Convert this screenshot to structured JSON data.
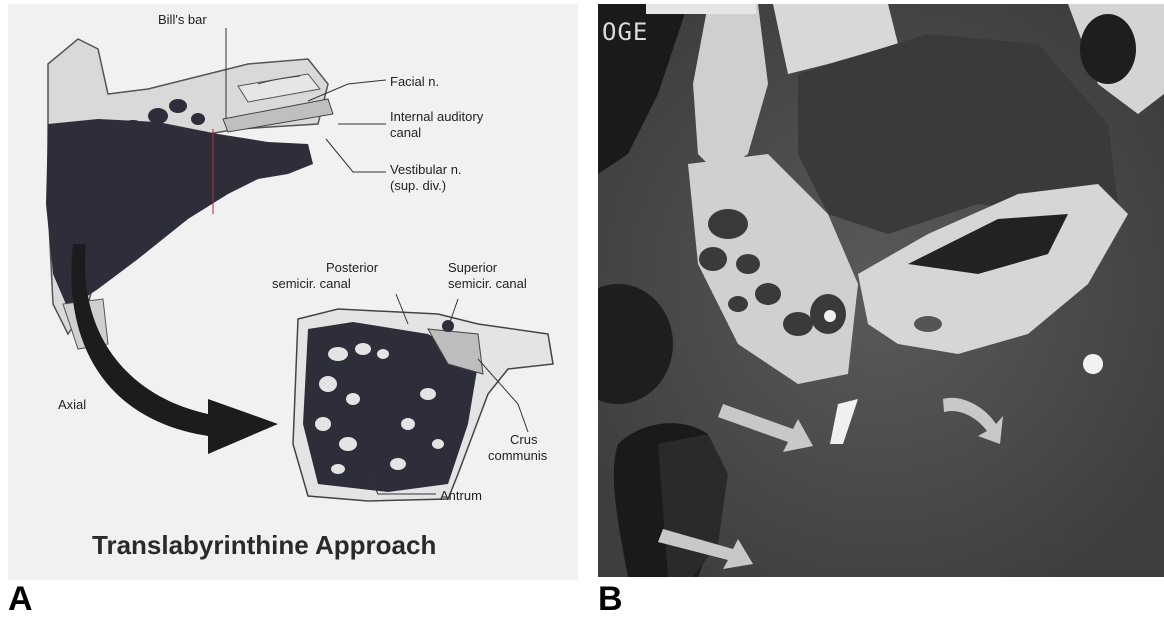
{
  "panel_a": {
    "label": "A",
    "title": "Translabyrinthine Approach",
    "annotations": {
      "bills_bar": "Bill's bar",
      "facial_n": "Facial n.",
      "iac_line1": "Internal auditory",
      "iac_line2": "canal",
      "vest_line1": "Vestibular n.",
      "vest_line2": "(sup. div.)",
      "posterior_line1": "Posterior",
      "posterior_line2": "semicir. canal",
      "superior_line1": "Superior",
      "superior_line2": "semicir. canal",
      "axial": "Axial",
      "crus_line1": "Crus",
      "crus_line2": "communis",
      "antrum": "Antrum"
    }
  },
  "panel_b": {
    "label": "B",
    "overlay_text": "OGE"
  },
  "colors": {
    "bone_dark": "#2e2e3a",
    "ct_background": "#4b4b4b",
    "arrow_gray": "#c8c8c8"
  }
}
